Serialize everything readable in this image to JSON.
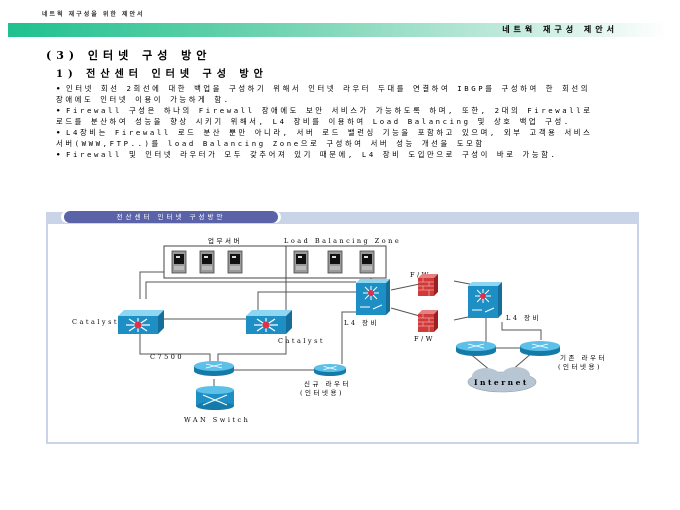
{
  "header": {
    "small_title": "네트웍 재구성을 위한 제안서",
    "title": "네트웍 재구성 제안서",
    "bar_color_start": "#1fc18e",
    "bar_color_end": "#ffffff"
  },
  "section": {
    "title": "(3) 인터넷 구성 방안",
    "subsection": "1) 전산센터 인터넷 구성 방안"
  },
  "bullets": [
    "인터넷 회선 2회선에 대한 백업을 구성하기 위해서 인터넷 라우터 두대를 연결하여 IBGP를 구성하여 한 회선의 장애에도 인터넷 이용이 가능하게 함.",
    "Firewall 구성은 하나의 Firewall 장애에도 보안 서비스가 가능하도록 하며, 또한, 2대의 Firewall로 로드를 분산하여 성능을 향상 시키기 위해서, L4 장비를 이용하여 Load Balancing 및 상호 백업 구성.",
    "L4장비는 Firewall 로드 분산 뿐만 아니라, 서버 로드 밸런싱 기능을 포함하고 있으며, 외부 고객용 서비스 서버(WWW,FTP..)를 load Balancing Zone으로 구성하여 서버 성능 개선을 도모함",
    "Firewall 및 인터넷 라우터가 모두 갖추어져 있기 때문에, L4 장비 도입만으로 구성이 바로 가능함."
  ],
  "diagram": {
    "tab_title": "전산센터 인터넷 구성방안",
    "tab_color": "#5a63a8",
    "frame_color": "#c9d4e8",
    "labels": {
      "business_server": "업무서버",
      "lb_zone": "Load Balancing Zone",
      "catalyst_left": "Catalyst",
      "catalyst_right": "Catalyst",
      "l4_left": "L4 장비",
      "l4_right": "L4 장비",
      "fw_top": "F/W",
      "fw_bottom": "F/W",
      "c7500": "C7500",
      "new_router_line1": "신규 라우터",
      "new_router_line2": "(인터넷용)",
      "old_router_line1": "기존 라우터",
      "old_router_line2": "(인터넷용)",
      "internet": "Internet",
      "wan_switch": "WAN Switch"
    },
    "colors": {
      "device_blue": "#1e8fc4",
      "device_top": "#5cc0e8",
      "firewall_red": "#d23a3a",
      "core_red": "#e0304a",
      "cloud": "#b8c6d4"
    }
  }
}
